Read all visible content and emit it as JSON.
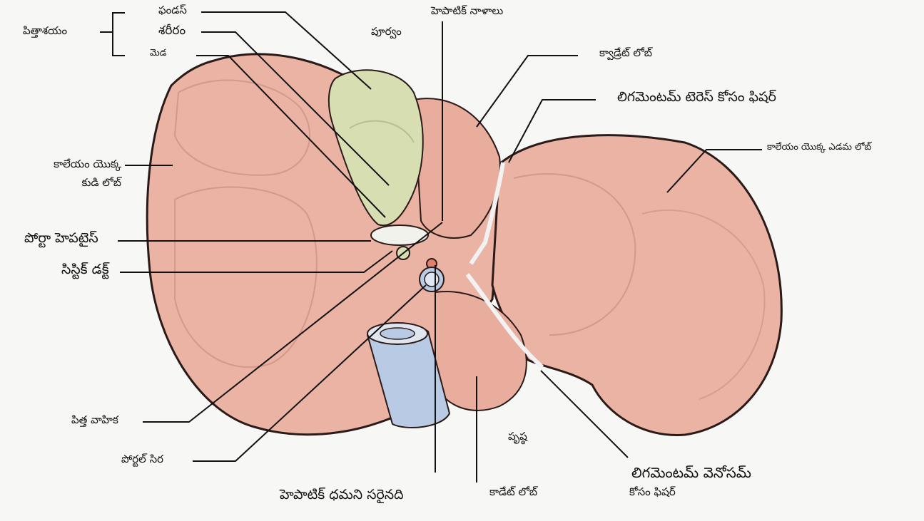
{
  "labels": {
    "gallbladder": "పిత్తాశయం",
    "fundus": "ఫండస్",
    "body": "శరీరం",
    "neck": "మెడ",
    "anterior": "పూర్వం",
    "hepatic_ducts": "హెపాటిక్ నాళాలు",
    "quadrate_lobe": "క్వాడ్రేట్ లోబ్",
    "fissure_ligamentum_teres": "లిగమెంటమ్ టెరెస్ కోసం ఫిషర్",
    "left_lobe": "కాలేయం యొక్క ఎడమ లోబ్",
    "right_lobe_line1": "కాలేయం యొక్క",
    "right_lobe_line2": "కుడి లోబ్",
    "porta_hepatis": "పోర్టా హెపటైస్",
    "cystic_duct": "సిస్టిక్ డక్ట్",
    "bile_duct": "పిత్త వాహిక",
    "portal_vein": "పోర్టల్ సిర",
    "proper_hepatic_artery": "హెపాటిక్ ధమని సరైనది",
    "posterior": "పృష్ఠ",
    "caudate_lobe": "కాడేట్ లోబ్",
    "ligamentum_venosum_line1": "లిగమెంటమ్ వెనోసమ్",
    "ligamentum_venosum_line2": "కోసం ఫిషర్"
  },
  "colors": {
    "liver": "#eab3a4",
    "liver_outline": "#2a1a18",
    "gallbladder": "#d7dfb2",
    "vena_cava": "#b9cbe4",
    "background": "#f7f7f5"
  }
}
